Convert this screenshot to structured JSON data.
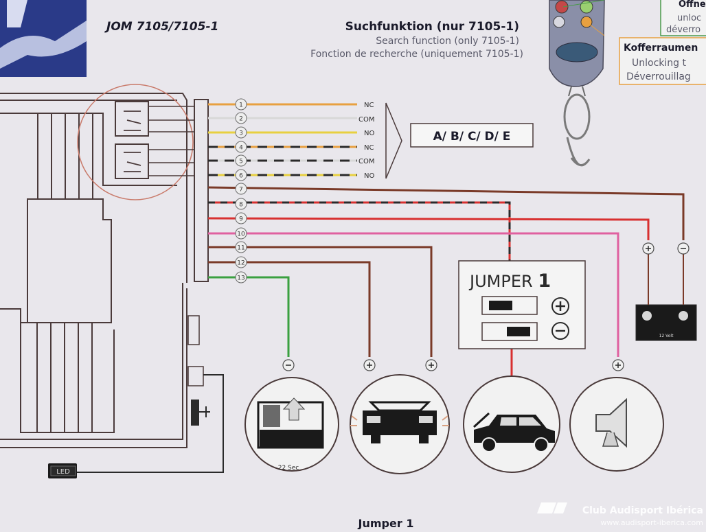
{
  "model_title": "JOM 7105/7105-1",
  "search": {
    "de": "Suchfunktion (nur 7105-1)",
    "en": "Search function (only 7105-1)",
    "fr": "Fonction de recherche (uniquement 7105-1)"
  },
  "top_right_box": {
    "line1": "Öffne",
    "line2": "unloc",
    "line3": "déverro"
  },
  "trunk_box": {
    "line1": "Kofferraumen",
    "line2": "Unlocking t",
    "line3": "Déverrouillag"
  },
  "connector_pins": [
    "1",
    "2",
    "3",
    "4",
    "5",
    "6",
    "7",
    "8",
    "9",
    "10",
    "11",
    "12",
    "13"
  ],
  "relay_labels": [
    "NC",
    "COM",
    "NO",
    "NC",
    "COM",
    "NO"
  ],
  "output_types": "A/ B/ C/ D/ E",
  "jumper_box": {
    "title": "JUMPER",
    "number": "1"
  },
  "battery_label": "12 Volt",
  "door_timer": "22 Sec",
  "led_label": "LED",
  "bottom_caption": "Jumper 1",
  "watermark": {
    "name": "Club Audisport Ibérica",
    "url": "www.audisport-iberica.com"
  },
  "colors": {
    "background": "#e9e7ec",
    "line": "#4a3a3a",
    "relay_circle": "#c97a6a",
    "wire_orange": "#e8a040",
    "wire_white": "#d8d8d8",
    "wire_yellow": "#e8d040",
    "wire_brown": "#7a3a28",
    "wire_red": "#d83030",
    "wire_pink": "#e060a0",
    "wire_green": "#3aa040"
  }
}
